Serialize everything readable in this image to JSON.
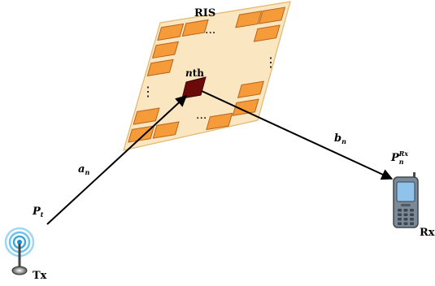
{
  "ris": {
    "title": "RIS",
    "element_label_var": "n",
    "element_label_suffix": "th",
    "colors": {
      "panel": "#fbe6c2",
      "panel_border": "#e3b76a",
      "element": "#f59b3a",
      "element_border": "#b8651c",
      "selected": "#6b0a0a"
    }
  },
  "tx": {
    "label": "Tx",
    "power_var": "P",
    "power_sub": "t",
    "icon": "antenna-icon"
  },
  "rx": {
    "label": "Rx",
    "power_var": "P",
    "power_sub": "n",
    "power_sup": "Rx",
    "icon": "mobile-phone-icon"
  },
  "links": {
    "incident": {
      "var": "a",
      "sub": "n"
    },
    "reflected": {
      "var": "b",
      "sub": "n"
    }
  },
  "ellipsis": {
    "horizontal": "···",
    "vertical": "⋮"
  }
}
